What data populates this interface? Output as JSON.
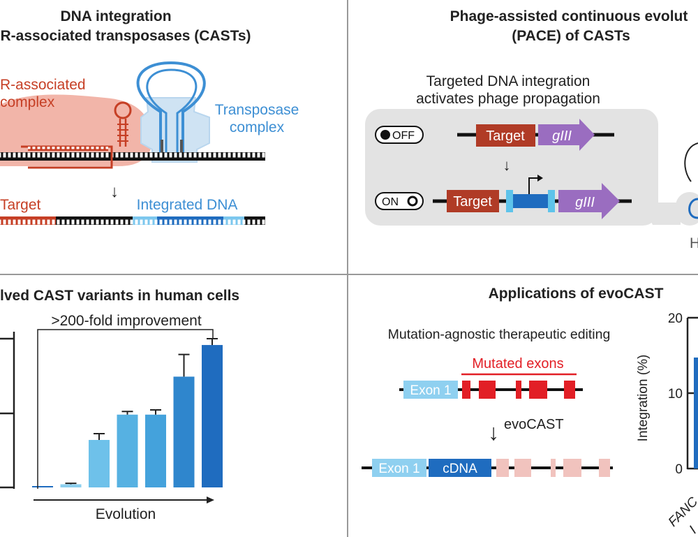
{
  "colors": {
    "red": "#c63f25",
    "blue": "#3d8fd4",
    "purple": "#9a6dc0",
    "target_box": "#b03b26",
    "exon_light": "#5ec3ea",
    "exon_dark": "#1f6cbf",
    "mut_red": "#e21f26",
    "mut_pink": "#f1c3be",
    "panel_gray": "#e3e3e3",
    "divider": "#999999"
  },
  "panel_a": {
    "title_line1": "DNA integration",
    "title_line2": "SPR-associated transposases (CASTs)",
    "crispr_label_line1": "R-associated",
    "crispr_label_line2": "complex",
    "transposase_label_line1": "Transposase",
    "transposase_label_line2": "complex",
    "target_label": "Target",
    "integrated_label": "Integrated DNA",
    "arrow_glyph": "↓"
  },
  "panel_b": {
    "title_line1": "Phage-assisted continuous evolut",
    "title_line2": "(PACE) of CASTs",
    "subtitle_line1": "Targeted DNA integration",
    "subtitle_line2": "activates phage propagation",
    "off_label": "OFF",
    "on_label": "ON",
    "target_label": "Target",
    "gene_label": "gIII",
    "arrow_glyph": "↓",
    "cut_letter": "H"
  },
  "panel_c": {
    "title": "lved CAST variants in human cells",
    "bracket_label": ">200-fold improvement",
    "x_label": "Evolution"
  },
  "panel_d": {
    "title": "Applications of evoCAST",
    "subtitle": "Mutation-agnostic therapeutic editing",
    "mutated_label": "Mutated exons",
    "exon1_label": "Exon 1",
    "cdna_label": "cDNA",
    "evocast_label": "evoCAST",
    "arrow_glyph": "↓",
    "axis_label": "Integration (%)",
    "y_ticks": [
      "20",
      "10",
      "0"
    ],
    "cut_tick_label_line1": "FANC",
    "cut_tick_label_line2": "I"
  },
  "chart_data": {
    "type": "bar",
    "title": "",
    "xlabel": "Evolution",
    "ylabel": "",
    "ylim": [
      0,
      0.5
    ],
    "grid": false,
    "categories": [
      "",
      "",
      "",
      "",
      "",
      "",
      ""
    ],
    "values": [
      0.001,
      0.01,
      0.15,
      0.23,
      0.23,
      0.35,
      0.45
    ],
    "errors": [
      0.001,
      0.003,
      0.02,
      0.01,
      0.015,
      0.07,
      0.02
    ],
    "colors": [
      "#1f6cbf",
      "#8ccfee",
      "#6ec1ea",
      "#56b1e2",
      "#44a2dc",
      "#2f86cd",
      "#1f6cbf"
    ],
    "annotation": ">200-fold improvement"
  }
}
